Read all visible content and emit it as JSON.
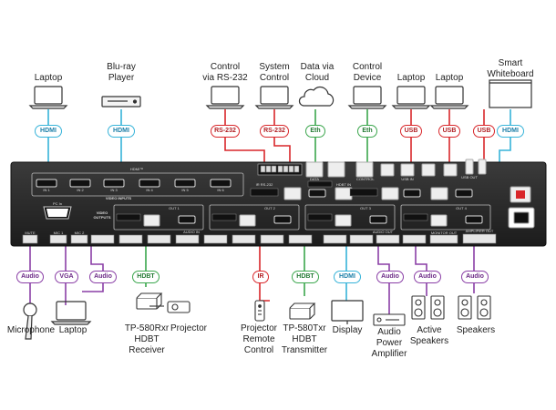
{
  "top_devices": {
    "laptop1": "Laptop",
    "bluray": "Blu-ray\nPlayer",
    "control_rs232": "Control\nvia RS-232",
    "system_control": "System\nControl",
    "data_cloud": "Data via\nCloud",
    "control_device": "Control\nDevice",
    "laptop2": "Laptop",
    "laptop3": "Laptop",
    "whiteboard": "Smart\nWhiteboard"
  },
  "top_signals": {
    "hdmi1": "HDMI",
    "hdmi2": "HDMI",
    "rs232_1": "RS-232",
    "rs232_2": "RS-232",
    "eth1": "Eth",
    "eth2": "Eth",
    "usb1": "USB",
    "usb2": "USB",
    "usb3": "USB",
    "hdmi3": "HDMI"
  },
  "bottom_signals": {
    "audio1": "Audio",
    "vga": "VGA",
    "audio2": "Audio",
    "hdbt1": "HDBT",
    "ir": "IR",
    "hdbt2": "HDBT",
    "hdmi": "HDMI",
    "audio3": "Audio",
    "audio4": "Audio",
    "audio5": "Audio"
  },
  "bottom_devices": {
    "microphone": "Microphone",
    "laptop": "Laptop",
    "receiver": "TP-580Rxr\nHDBT\nReceiver",
    "projector": "Projector",
    "remote": "Projector\nRemote\nControl",
    "transmitter": "TP-580Txr\nHDBT\nTransmitter",
    "display": "Display",
    "amplifier": "Audio\nPower\nAmplifier",
    "active_speakers": "Active\nSpeakers",
    "speakers": "Speakers"
  },
  "panel": {
    "hdmi_in_header": "HDMI™",
    "inputs": [
      "IN 1",
      "IN 2",
      "IN 3",
      "IN 4",
      "IN 5",
      "IN 6"
    ],
    "video_inputs": "VIDEO INPUTS",
    "video_outputs": "VIDEO\nOUTPUTS",
    "pc_in": "PC In",
    "ir_rs232": "IR RS-232",
    "hdbt_in": "HDBT IN",
    "outputs": [
      "OUT 1",
      "OUT 2",
      "OUT 3",
      "OUT 4"
    ],
    "hdbt": "HDBT",
    "hdmi": "HDMI",
    "audio_in": "AUDIO IN",
    "audio_out": "AUDIO OUT",
    "mic1": "MIC 1",
    "mic2": "MIC 2",
    "mute": "MUTE",
    "monitor_out": "MONITOR OUT",
    "amp_out": "AMPLIFIER OUT",
    "data": "DATA",
    "control": "CONTROL",
    "usb_in": "USB IN",
    "usb_out": "USB OUT"
  },
  "colors": {
    "hdmi": "#36b3d9",
    "rs232": "#d9262a",
    "eth": "#3aa64c",
    "usb": "#d9262a",
    "audio": "#8a3fa6",
    "hdbt": "#3aa64c"
  }
}
